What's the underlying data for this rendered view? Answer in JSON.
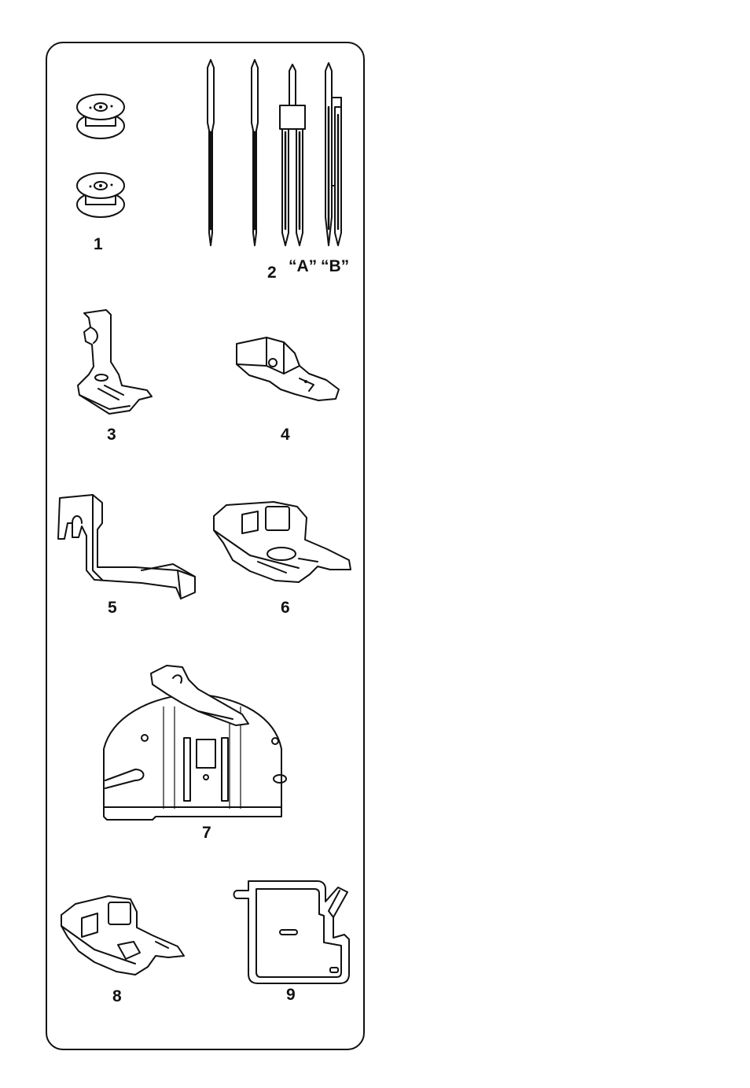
{
  "figure": {
    "border_color": "#111111",
    "items": [
      {
        "id": "bobbins",
        "label": "1",
        "icon": "bobbin-icon"
      },
      {
        "id": "needles",
        "label": "2",
        "icon": "needle-icon",
        "sub_labels": [
          "“A”",
          "“B”"
        ]
      },
      {
        "id": "straight-stitch-foot",
        "label": "3",
        "icon": "presser-foot-icon"
      },
      {
        "id": "zipper-foot",
        "label": "4",
        "icon": "zipper-foot-icon"
      },
      {
        "id": "blind-stitch-guide",
        "label": "5",
        "icon": "guide-icon"
      },
      {
        "id": "zigzag-foot",
        "label": "6",
        "icon": "presser-foot-icon"
      },
      {
        "id": "needle-plate",
        "label": "7",
        "icon": "needle-plate-icon"
      },
      {
        "id": "special-foot",
        "label": "8",
        "icon": "presser-foot-icon"
      },
      {
        "id": "feed-cover-plate",
        "label": "9",
        "icon": "cover-plate-icon"
      }
    ]
  }
}
